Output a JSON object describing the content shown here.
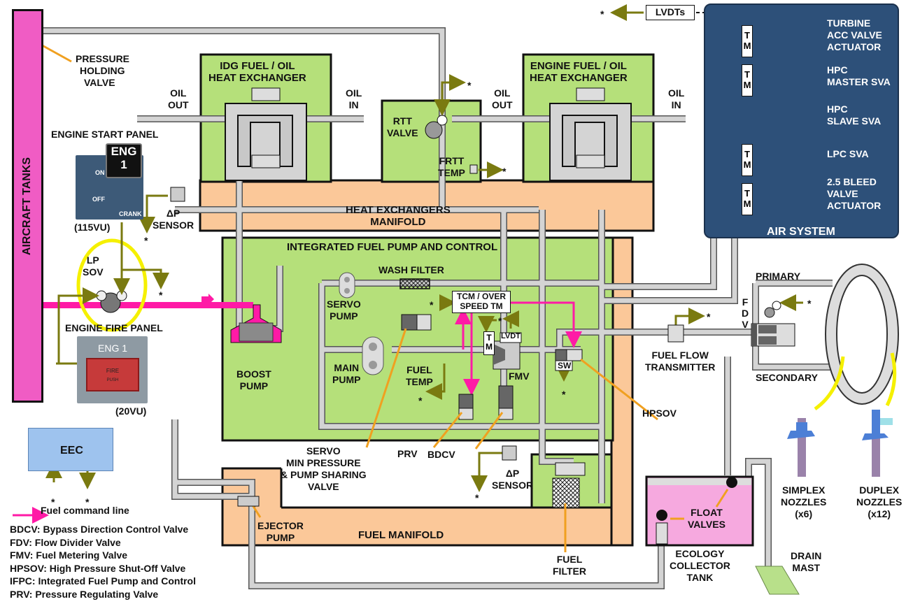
{
  "colors": {
    "green_zone": "#b5e07a",
    "manifold": "#fbc899",
    "pipe": "#d4d4d4",
    "fuel_command": "#ff1aa6",
    "signal": "#7a7a10",
    "air_system": "#2d5079",
    "tank": "#f05cc4",
    "ecology_tank": "#f6a9df"
  },
  "tanks": {
    "aircraft_tanks": "AIRCRAFT TANKS"
  },
  "valves": {
    "pressure_holding": [
      "PRESSURE",
      "HOLDING",
      "VALVE"
    ],
    "lp_sov": [
      "LP",
      "SOV"
    ],
    "rtt": [
      "RTT",
      "VALVE"
    ],
    "frtt_temp": [
      "FRTT",
      "TEMP"
    ],
    "servo_min": [
      "SERVO",
      "MIN PRESSURE",
      "& PUMP SHARING",
      "VALVE"
    ],
    "prv": "PRV",
    "bdcv": "BDCV",
    "hpsov": "HPSOV",
    "fmv": "FMV",
    "sw": "SW",
    "lvdt": "LVDT",
    "tm": [
      "T",
      "M"
    ]
  },
  "panels": {
    "engine_start_title": "ENGINE START PANEL",
    "engine_start_badge": [
      "ENG",
      "1"
    ],
    "engine_start_positions": [
      "ON",
      "OFF",
      "CRANK"
    ],
    "engine_start_ref": "(115VU)",
    "engine_fire_title": "ENGINE FIRE PANEL",
    "engine_fire_eng": "ENG 1",
    "engine_fire_button": [
      "FIRE",
      "PUSH"
    ],
    "engine_fire_ref": "(20VU)",
    "eec": "EEC"
  },
  "heat_exchangers": {
    "idg": [
      "IDG FUEL / OIL",
      "HEAT EXCHANGER"
    ],
    "engine": [
      "ENGINE FUEL / OIL",
      "HEAT EXCHANGER"
    ],
    "manifold": [
      "HEAT EXCHANGERS",
      "MANIFOLD"
    ],
    "oil_out": [
      "OIL",
      "OUT"
    ],
    "oil_in": [
      "OIL",
      "IN"
    ]
  },
  "sensors": {
    "dp_sensor": [
      "ΔP",
      "SENSOR"
    ],
    "fuel_temp": [
      "FUEL",
      "TEMP"
    ],
    "tcm": [
      "TCM / OVER",
      "SPEED TM"
    ],
    "lvdts": "LVDTs",
    "fuel_flow": [
      "FUEL FLOW",
      "TRANSMITTER"
    ]
  },
  "ifpc": {
    "title": "INTEGRATED FUEL PUMP AND CONTROL",
    "wash_filter": "WASH FILTER",
    "servo_pump": [
      "SERVO",
      "PUMP"
    ],
    "main_pump": [
      "MAIN",
      "PUMP"
    ],
    "boost_pump": [
      "BOOST",
      "PUMP"
    ]
  },
  "fuel_manifold": {
    "title": "FUEL MANIFOLD",
    "ejector_pump": [
      "EJECTOR",
      "PUMP"
    ],
    "fuel_filter": [
      "FUEL",
      "FILTER"
    ]
  },
  "air_system": {
    "title": "AIR SYSTEM",
    "actuators": [
      [
        "TURBINE",
        "ACC VALVE",
        "ACTUATOR"
      ],
      [
        "HPC",
        "MASTER SVA"
      ],
      [
        "HPC",
        "SLAVE SVA"
      ],
      [
        "LPC SVA"
      ],
      [
        "2.5 BLEED",
        "VALVE",
        "ACTUATOR"
      ]
    ]
  },
  "combustion": {
    "fdv": [
      "F",
      "D",
      "V"
    ],
    "primary": "PRIMARY",
    "secondary": "SECONDARY",
    "simplex": [
      "SIMPLEX",
      "NOZZLES",
      "(x6)"
    ],
    "duplex": [
      "DUPLEX",
      "NOZZLES",
      "(x12)"
    ]
  },
  "drain": {
    "float_valves": [
      "FLOAT",
      "VALVES"
    ],
    "ecology_tank": [
      "ECOLOGY",
      "COLLECTOR",
      "TANK"
    ],
    "drain_mast": [
      "DRAIN",
      "MAST"
    ]
  },
  "signal_marker": "*",
  "legend": {
    "fuel_command": "Fuel command line",
    "items": [
      "BDCV: Bypass Direction Control Valve",
      "FDV: Flow Divider Valve",
      "FMV: Fuel Metering Valve",
      "HPSOV: High Pressure Shut-Off Valve",
      "IFPC: Integrated Fuel Pump and Control",
      "PRV: Pressure Regulating Valve"
    ]
  }
}
